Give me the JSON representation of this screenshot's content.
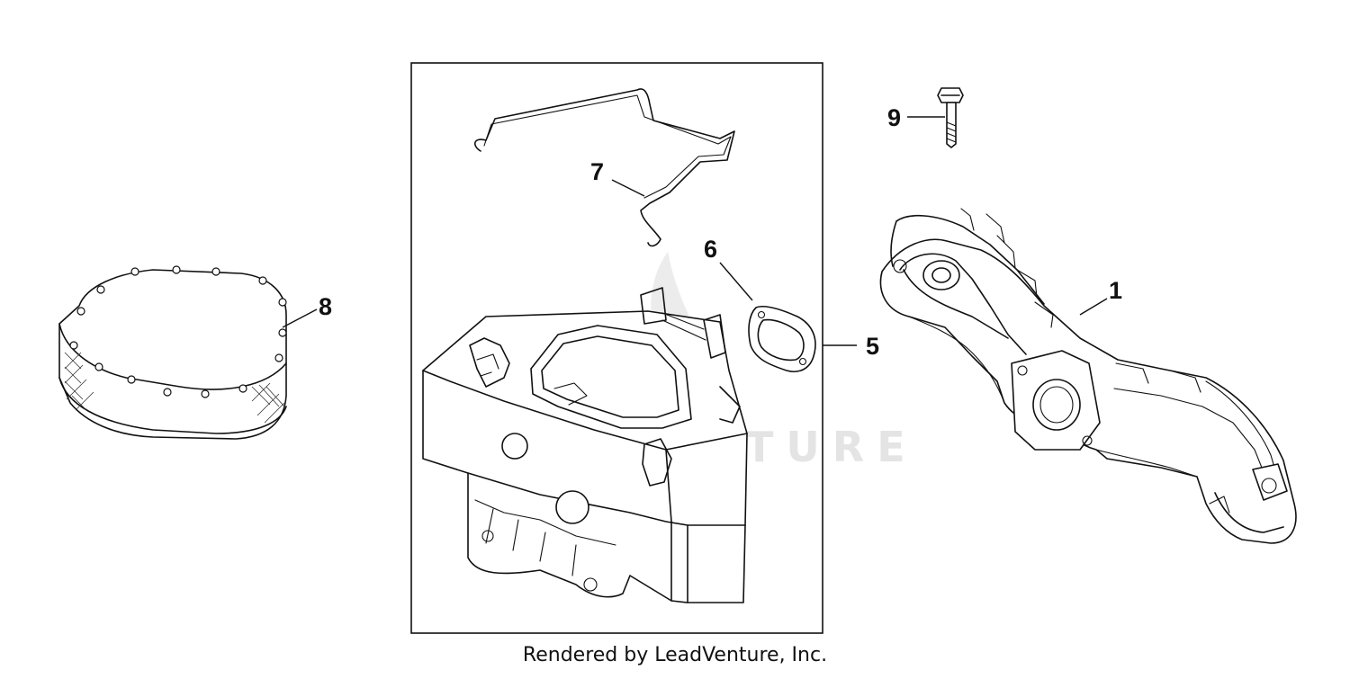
{
  "watermark": "LEADVENTURE",
  "credit": "Rendered by LeadVenture, Inc.",
  "callouts": {
    "c1": "1",
    "c5": "5",
    "c6": "6",
    "c7": "7",
    "c8": "8",
    "c9": "9"
  }
}
